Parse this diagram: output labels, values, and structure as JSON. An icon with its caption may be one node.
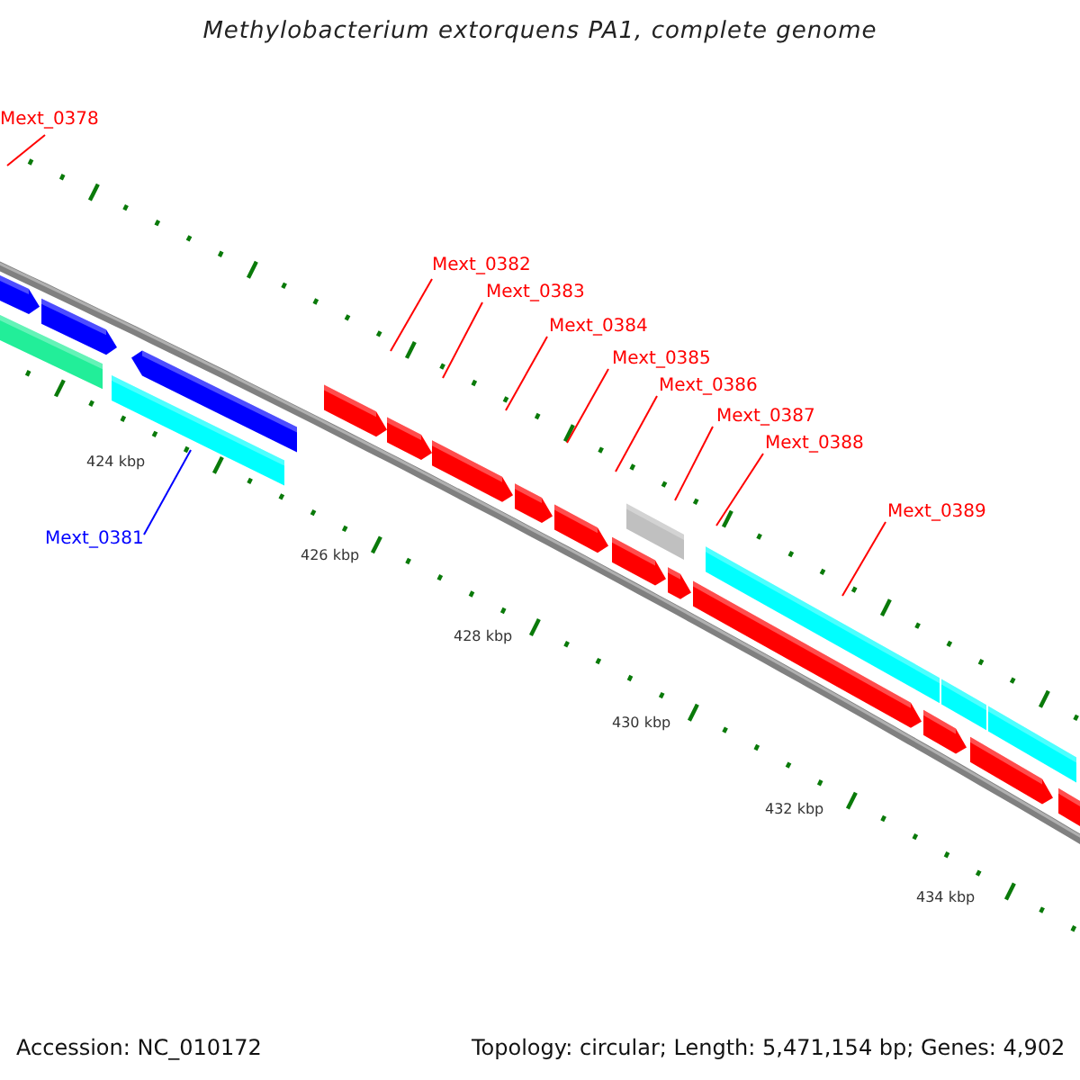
{
  "diagram": {
    "title": "Methylobacterium extorquens PA1, complete genome",
    "nodes": [
      {
        "text": [
          "Mext_0378"
        ]
      },
      {
        "text": [
          "Mext_0382"
        ]
      },
      {
        "text": [
          "Mext_0383"
        ]
      },
      {
        "text": [
          "Mext_0384"
        ]
      },
      {
        "text": [
          "Mext_0385"
        ]
      },
      {
        "text": [
          "Mext_0386"
        ]
      },
      {
        "text": [
          "Mext_0387"
        ]
      },
      {
        "text": [
          "Mext_0388"
        ]
      },
      {
        "text": [
          "Mext_0389"
        ]
      },
      {
        "text": [
          "Mext_0381"
        ]
      }
    ],
    "edges": [
      {
        "from": 0,
        "to": null,
        "arrow": "none"
      },
      {
        "from": 1,
        "to": null,
        "arrow": "none"
      },
      {
        "from": 2,
        "to": null,
        "arrow": "none"
      },
      {
        "from": 3,
        "to": null,
        "arrow": "none"
      },
      {
        "from": 4,
        "to": null,
        "arrow": "none"
      },
      {
        "from": 5,
        "to": null,
        "arrow": "none"
      },
      {
        "from": 6,
        "to": null,
        "arrow": "none"
      },
      {
        "from": 7,
        "to": null,
        "arrow": "none"
      },
      {
        "from": 8,
        "to": null,
        "arrow": "none"
      },
      {
        "from": 9,
        "to": null,
        "arrow": "none",
        "color": "#0000ff"
      }
    ],
    "labels": [
      "424 kbp",
      "426 kbp",
      "428 kbp",
      "430 kbp",
      "432 kbp",
      "434 kbp",
      "Accession: NC_010172",
      "Topology: circular; Length: 5,471,154 bp; Genes: 4,902"
    ]
  }
}
